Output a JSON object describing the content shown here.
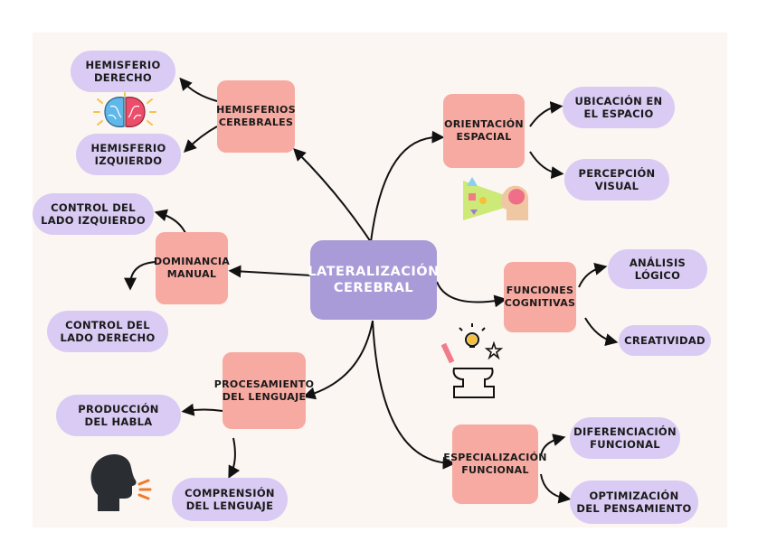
{
  "center": {
    "label": "Lateralización\ncerebral"
  },
  "branches": {
    "hemisferios": "Hemisferios\ncerebrales",
    "dominancia": "Dominancia\nmanual",
    "procesamiento": "Procesamiento\ndel lenguaje",
    "orientacion": "Orientación\nespacial",
    "funciones": "Funciones\ncognitivas",
    "especializacion": "Especialización\nfuncional"
  },
  "leaves": {
    "hemisferio_derecho": "Hemisferio\nderecho",
    "hemisferio_izquierdo": "Hemisferio\nizquierdo",
    "control_izquierdo": "Control del\nlado izquierdo",
    "control_derecho": "Control del\nlado derecho",
    "produccion_habla": "Producción\ndel habla",
    "comprension_lenguaje": "Comprensión\ndel lenguaje",
    "ubicacion_espacio": "Ubicación en\nel espacio",
    "percepcion_visual": "Percepción\nvisual",
    "analisis_logico": "Análisis\nlógico",
    "creatividad": "Creatividad",
    "diferenciacion_funcional": "Diferenciación\nfuncional",
    "optimizacion_pensamiento": "Optimización\ndel pensamiento"
  },
  "icons": [
    "brain-hemispheres-icon",
    "visual-perception-icon",
    "idea-head-icon",
    "speaking-head-icon"
  ],
  "colors": {
    "center": "#a99bd8",
    "branch": "#f6aaa1",
    "leaf": "#d9cbf3",
    "background": "#fbf6f2",
    "line": "#111111"
  }
}
